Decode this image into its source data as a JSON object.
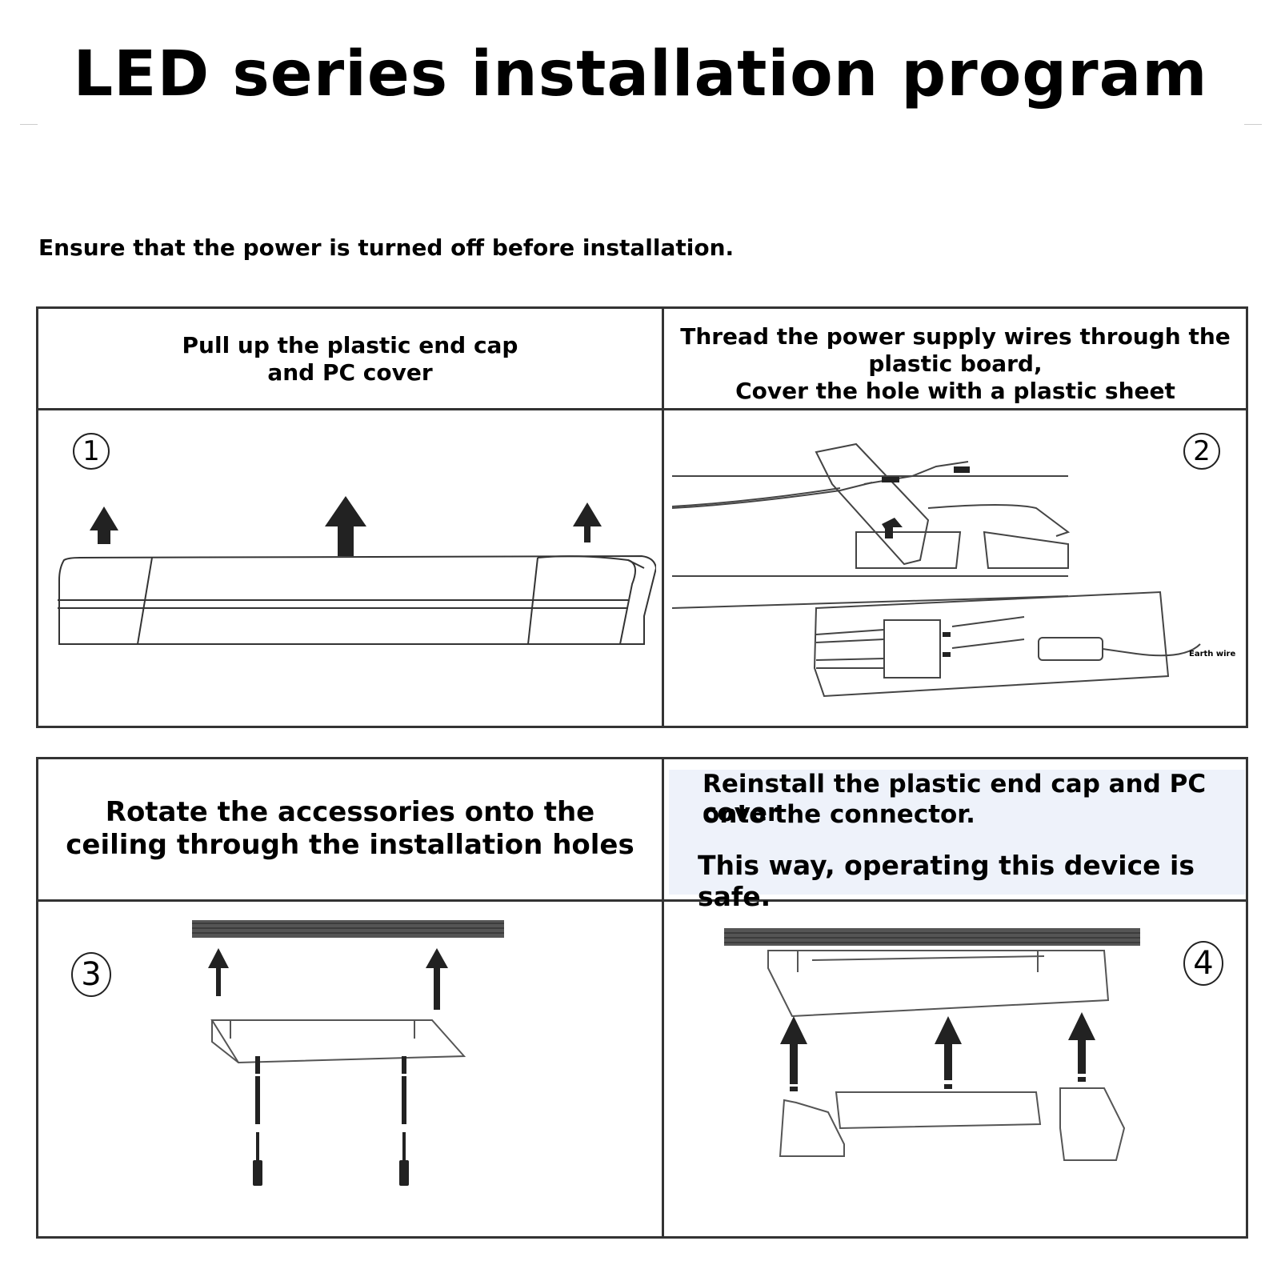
{
  "title": "LED series installation program",
  "warning": "Ensure that the power is turned off before installation.",
  "steps": [
    {
      "number": "1",
      "caption_lines": [
        "Pull up the plastic end cap",
        "and PC cover"
      ],
      "icon": "led-fixture-cover-removal"
    },
    {
      "number": "2",
      "caption_lines": [
        "Thread the power supply wires through the",
        "plastic board,",
        "Cover the hole with a plastic sheet"
      ],
      "earth_label": "Earth wire",
      "icon": "wiring-diagram"
    },
    {
      "number": "3",
      "caption_lines": [
        "Rotate the accessories onto the",
        "ceiling through the installation holes"
      ],
      "icon": "ceiling-screw-mounting"
    },
    {
      "number": "4",
      "caption_lines": [
        "Reinstall the plastic end cap and PC cover",
        "onto the connector."
      ],
      "note": "This way, operating this device is safe.",
      "note_bg": "#eef2fa",
      "icon": "reassemble-end-caps"
    }
  ]
}
